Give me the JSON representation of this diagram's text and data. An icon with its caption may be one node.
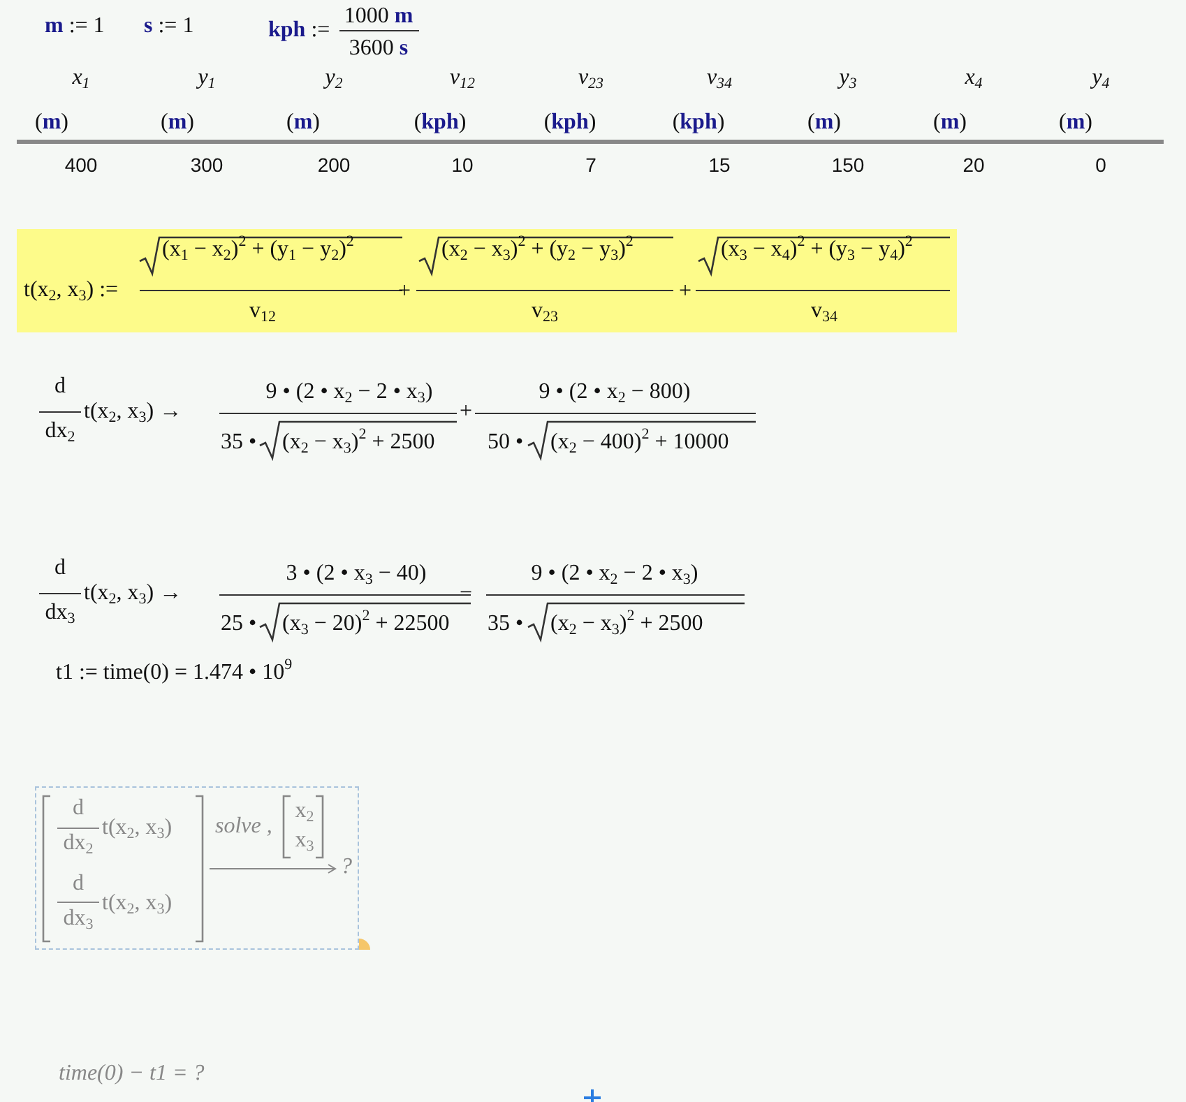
{
  "diagram": {
    "nodes": [
      {
        "text": [
          "t(x$_{2}$, x$_{3}$) :=",
          "(x$_{1}$ − x$_{2}$)$^{2}$ + (y$_{1}$ − y$_{2}$)$^{2}$",
          "v$_{12}$",
          "+",
          "(x$_{2}$ − x$_{3}$)$^{2}$ + (y$_{2}$ − y$_{3}$)$^{2}$",
          "v$_{23}$",
          "+",
          "(x$_{3}$ − x$_{4}$)$^{2}$ + (y$_{3}$ − y$_{4}$)$^{2}$",
          "v$_{34}$"
        ]
      },
      {
        "text": [
          "d",
          "dx$_{2}$",
          "t(x$_{2}$, x$_{3}$)",
          "d",
          "dx$_{3}$",
          "t(x$_{2}$, x$_{3}$)",
          "solve ,",
          "x$_{2}$",
          "x$_{3}$",
          "?"
        ]
      }
    ],
    "edges": [],
    "labels": [
      "**m** := 1",
      "**s** := 1",
      "**kph** :=",
      "1000 **m**",
      "3600 **s**",
      "x$_{1}$",
      "y$_{1}$",
      "y$_{2}$",
      "v$_{12}$",
      "v$_{23}$",
      "v$_{34}$",
      "y$_{3}$",
      "x$_{4}$",
      "y$_{4}$",
      "(**m**)",
      "(**m**)",
      "(**m**)",
      "(**kph**)",
      "(**kph**)",
      "(**kph**)",
      "(**m**)",
      "(**m**)",
      "(**m**)",
      "400",
      "300",
      "200",
      "10",
      "7",
      "15",
      "150",
      "20",
      "0",
      "d",
      "dx$_{2}$",
      "t(x$_{2}$, x$_{3}$) →",
      "9 • (2 • x$_{2}$ − 2 • x$_{3}$)",
      "35 •",
      "(x$_{2}$ − x$_{3}$)$^{2}$ + 2500",
      "+",
      "9 • (2 • x$_{2}$ − 800)",
      "50 •",
      "(x$_{2}$ − 400)$^{2}$ + 10000",
      "d",
      "dx$_{3}$",
      "t(x$_{2}$, x$_{3}$) →",
      "3 • (2 • x$_{3}$ − 40)",
      "25 •",
      "(x$_{3}$ − 20)$^{2}$ + 22500",
      "−",
      "9 • (2 • x$_{2}$ − 2 • x$_{3}$)",
      "35 •",
      "(x$_{2}$ − x$_{3}$)$^{2}$ + 2500",
      "t1 := time(0) = 1.474 • 10$^{9}$",
      "time(0) − t1 = ?"
    ]
  }
}
